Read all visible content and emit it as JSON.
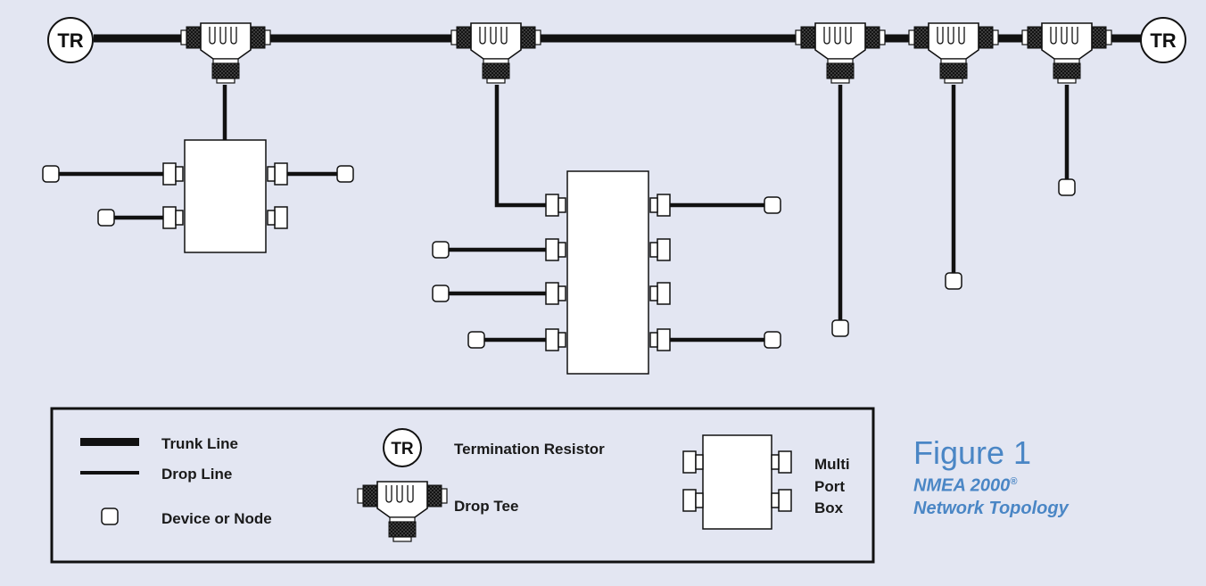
{
  "nodes": {
    "terminator_label": "TR"
  },
  "legend": {
    "trunk_line": "Trunk Line",
    "drop_line": "Drop Line",
    "device_node": "Device or Node",
    "termination_resistor": "Termination Resistor",
    "termination_resistor_symbol": "TR",
    "drop_tee": "Drop Tee",
    "multi_port_box": [
      "Multi",
      "Port",
      "Box"
    ]
  },
  "figure": {
    "number": "Figure 1",
    "subtitle_line1": "NMEA 2000",
    "registered_mark": "®",
    "subtitle_line2": "Network Topology"
  },
  "colors": {
    "background": "#e3e6f2",
    "line": "#111111",
    "accent": "#4a86c5",
    "box_fill": "#ffffff"
  }
}
